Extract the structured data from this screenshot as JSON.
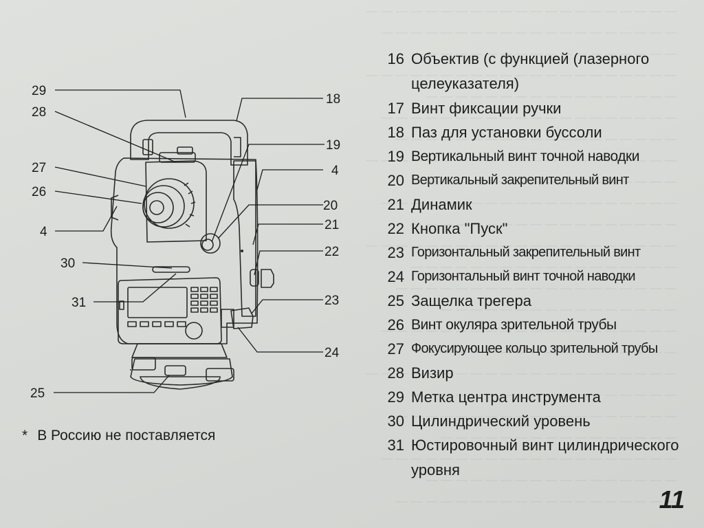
{
  "callouts": {
    "l29": "29",
    "l28": "28",
    "l27": "27",
    "l26": "26",
    "l4a": "4",
    "l30": "30",
    "l31": "31",
    "l25": "25",
    "l18": "18",
    "l19": "19",
    "l4b": "4",
    "l20": "20",
    "l21": "21",
    "l22": "22",
    "l23": "23",
    "l24": "24"
  },
  "legend": [
    {
      "num": "16",
      "text": "Объектив (с функцией (лазерного целеуказателя)"
    },
    {
      "num": "17",
      "text": "Винт фиксации ручки"
    },
    {
      "num": "18",
      "text": "Паз для установки буссоли"
    },
    {
      "num": "19",
      "text": "Вертикальный винт точной наводки"
    },
    {
      "num": "20",
      "text": "Вертикальный закрепительный винт"
    },
    {
      "num": "21",
      "text": "Динамик"
    },
    {
      "num": "22",
      "text": "Кнопка \"Пуск\""
    },
    {
      "num": "23",
      "text": "Горизонтальный закрепительный винт"
    },
    {
      "num": "24",
      "text": "Горизонтальный винт точной наводки"
    },
    {
      "num": "25",
      "text": "Защелка трегера"
    },
    {
      "num": "26",
      "text": "Винт окуляра зрительной трубы"
    },
    {
      "num": "27",
      "text": "Фокусирующее кольцо зрительной трубы"
    },
    {
      "num": "28",
      "text": "Визир"
    },
    {
      "num": "29",
      "text": "Метка центра инструмента"
    },
    {
      "num": "30",
      "text": "Цилиндрический уровень"
    },
    {
      "num": "31",
      "text": "Юстировочный винт цилиндрического уровня"
    }
  ],
  "footnote": {
    "star": "*",
    "text": "В Россию не поставляется"
  },
  "page_number": "11"
}
